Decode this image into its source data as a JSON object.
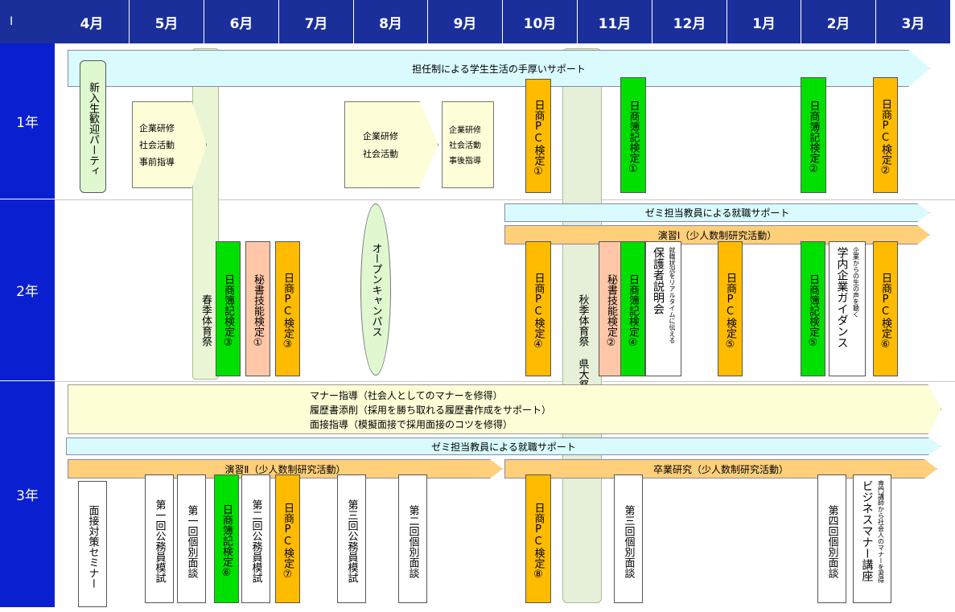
{
  "header": {
    "corner": "I",
    "months": [
      "4月",
      "5月",
      "6月",
      "7月",
      "8月",
      "9月",
      "10月",
      "11月",
      "12月",
      "1月",
      "2月",
      "3月"
    ]
  },
  "years": [
    "1年",
    "2年",
    "3年"
  ],
  "events": {
    "spring_sports": "春季体育祭",
    "autumn_sports": "秋季体育祭 県大祭",
    "open_campus": "オープンキャンパス",
    "y1_support_arrow": "担任制による学生生活の手厚いサポート",
    "y1_welcome_party": "新入生歓迎パーティ",
    "y1_training_pre": [
      "企業研修",
      "社会活動",
      "事前指導"
    ],
    "y1_training": [
      "企業研修",
      "社会活動"
    ],
    "y1_training_post": [
      "企業研修",
      "社会活動",
      "事後指導"
    ],
    "y1_pc1": "日商PC検定①",
    "y1_boki1": "日商簿記検定①",
    "y1_boki2": "日商簿記検定②",
    "y1_pc2": "日商PC検定②",
    "y2_zemi_arrow": "ゼミ担当教員による就職サポート",
    "y2_seminar1_arrow": "演習Ⅰ（少人数制研究活動）",
    "y2_boki3": "日商簿記検定③",
    "y2_secretary1": "秘書技能検定①",
    "y2_pc3": "日商PC検定③",
    "y2_pc4": "日商PC検定④",
    "y2_secretary2": "秘書技能検定②",
    "y2_boki4": "日商簿記検定④",
    "y2_parents_sub": "就職状況をリアルタイムに伝える",
    "y2_parents_main": "保護者説明会",
    "y2_pc5": "日商PC検定⑤",
    "y2_boki5": "日商簿記検定⑤",
    "y2_guidance_sub": "企業からの生の声を聴く",
    "y2_guidance_main": "学内企業ガイダンス",
    "y2_pc6": "日商PC検定⑥",
    "y3_guidance_lines": [
      "マナー指導（社会人としてのマナーを修得）",
      "履歴書添削（採用を勝ち取れる履歴書作成をサポート）",
      "面接指導（模擬面接で採用面接のコツを修得）"
    ],
    "y3_zemi_arrow": "ゼミ担当教員による就職サポート",
    "y3_seminar2_arrow": "演習Ⅱ（少人数制研究活動）",
    "y3_graduation_arrow": "卒業研究（少人数制研究活動）",
    "y3_interview_seminar": "面接対策セミナー",
    "y3_civil_mock1": "第一回公務員模試",
    "y3_interview1": "第一回個別面談",
    "y3_boki6": "日商簿記検定⑥",
    "y3_civil_mock2": "第二回公務員模試",
    "y3_pc7": "日商PC検定⑦",
    "y3_civil_mock3": "第三回公務員模試",
    "y3_interview2": "第二回個別面談",
    "y3_pc8": "日商PC検定⑧",
    "y3_interview3": "第三回個別面談",
    "y3_interview4": "第四回個別面談",
    "y3_manner_sub": "専門講師から社会人のマナーを習得",
    "y3_manner_main": "ビジネスマナー講座"
  },
  "colors": {
    "header_blue": "#1a2f99",
    "year_blue": "#0a20d0",
    "green": "#00e000",
    "orange": "#ffbb00",
    "salmon": "#ffc7a8",
    "cyan": "#d9fbfd",
    "yellow": "#fdfdd6"
  }
}
